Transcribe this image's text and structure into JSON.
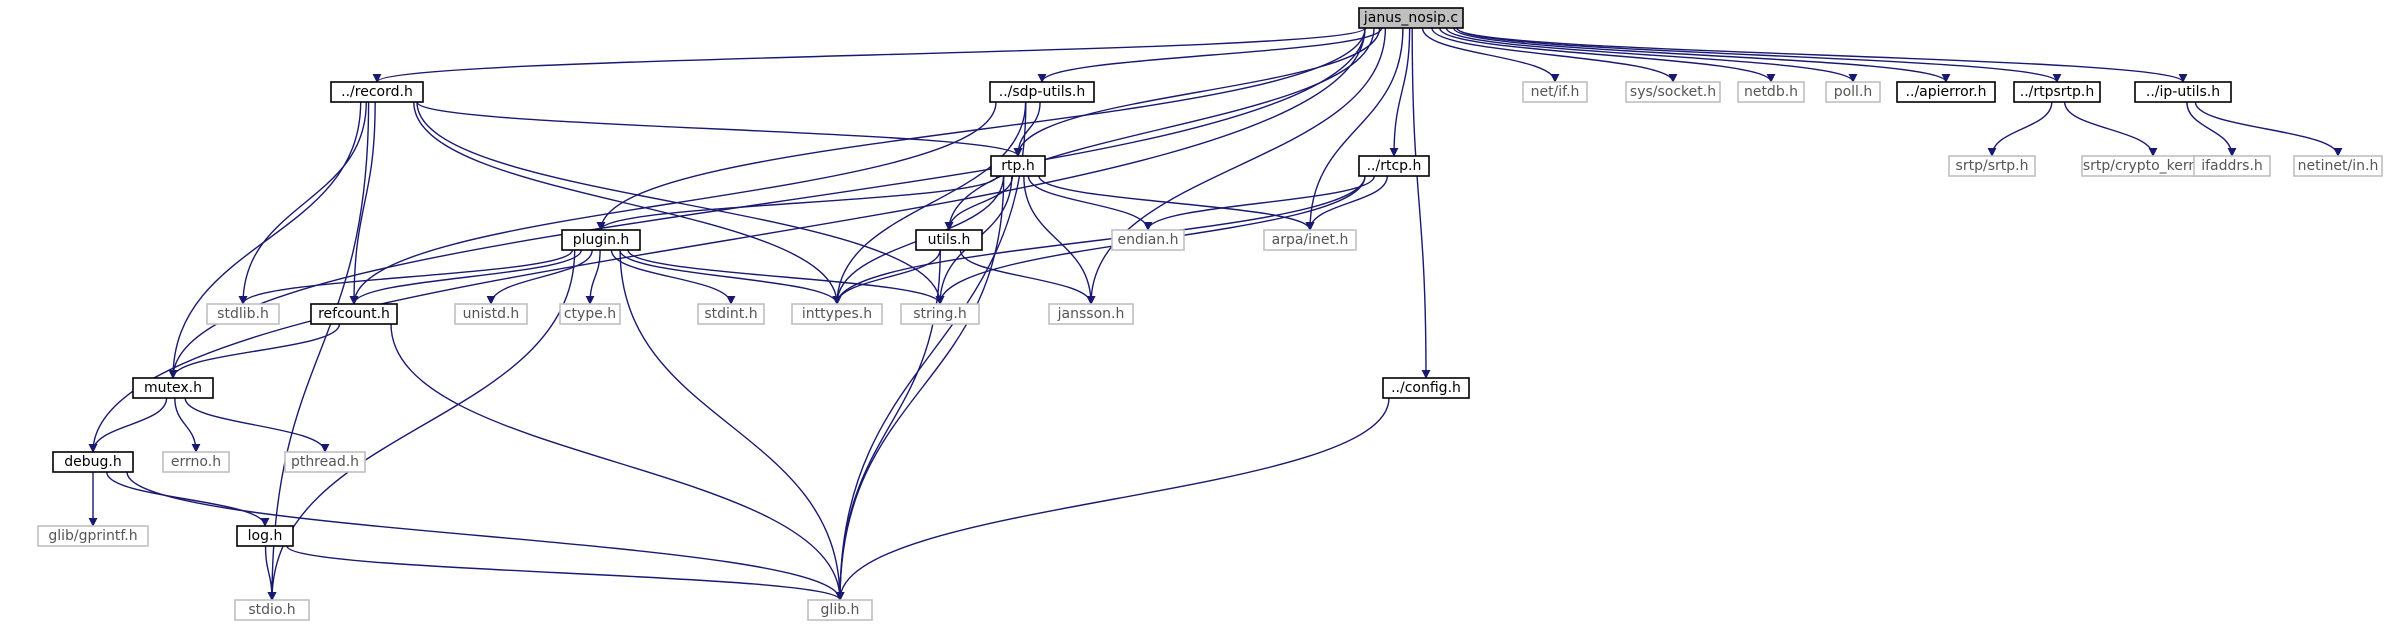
{
  "colors": {
    "edge": "#191970",
    "project_border": "#000000",
    "system_border": "#bfbfbf",
    "root_fill": "#bfbfbf"
  },
  "nodes": [
    {
      "id": "janus_nosip",
      "label": "janus_nosip.c",
      "kind": "root"
    },
    {
      "id": "record",
      "label": "../record.h",
      "kind": "project"
    },
    {
      "id": "sdputils",
      "label": "../sdp-utils.h",
      "kind": "project"
    },
    {
      "id": "netif",
      "label": "net/if.h",
      "kind": "system"
    },
    {
      "id": "syssocket",
      "label": "sys/socket.h",
      "kind": "system"
    },
    {
      "id": "netdb",
      "label": "netdb.h",
      "kind": "system"
    },
    {
      "id": "poll",
      "label": "poll.h",
      "kind": "system"
    },
    {
      "id": "apierror",
      "label": "../apierror.h",
      "kind": "project"
    },
    {
      "id": "rtpsrtp",
      "label": "../rtpsrtp.h",
      "kind": "project"
    },
    {
      "id": "iputils",
      "label": "../ip-utils.h",
      "kind": "project"
    },
    {
      "id": "rtp",
      "label": "rtp.h",
      "kind": "project"
    },
    {
      "id": "rtcp",
      "label": "../rtcp.h",
      "kind": "project"
    },
    {
      "id": "srtp",
      "label": "srtp/srtp.h",
      "kind": "system"
    },
    {
      "id": "cryptokernel",
      "label": "srtp/crypto_kernel.h",
      "kind": "system"
    },
    {
      "id": "ifaddrs",
      "label": "ifaddrs.h",
      "kind": "system"
    },
    {
      "id": "netinetin",
      "label": "netinet/in.h",
      "kind": "system"
    },
    {
      "id": "plugin",
      "label": "plugin.h",
      "kind": "project"
    },
    {
      "id": "utils",
      "label": "utils.h",
      "kind": "project"
    },
    {
      "id": "endian",
      "label": "endian.h",
      "kind": "system"
    },
    {
      "id": "arpainet",
      "label": "arpa/inet.h",
      "kind": "system"
    },
    {
      "id": "stdlib",
      "label": "stdlib.h",
      "kind": "system"
    },
    {
      "id": "refcount",
      "label": "refcount.h",
      "kind": "project"
    },
    {
      "id": "unistd",
      "label": "unistd.h",
      "kind": "system"
    },
    {
      "id": "ctype",
      "label": "ctype.h",
      "kind": "system"
    },
    {
      "id": "stdint",
      "label": "stdint.h",
      "kind": "system"
    },
    {
      "id": "inttypes",
      "label": "inttypes.h",
      "kind": "system"
    },
    {
      "id": "string",
      "label": "string.h",
      "kind": "system"
    },
    {
      "id": "jansson",
      "label": "jansson.h",
      "kind": "system"
    },
    {
      "id": "mutex",
      "label": "mutex.h",
      "kind": "project"
    },
    {
      "id": "config",
      "label": "../config.h",
      "kind": "project"
    },
    {
      "id": "debug",
      "label": "debug.h",
      "kind": "project"
    },
    {
      "id": "errno",
      "label": "errno.h",
      "kind": "system"
    },
    {
      "id": "pthread",
      "label": "pthread.h",
      "kind": "system"
    },
    {
      "id": "gprintf",
      "label": "glib/gprintf.h",
      "kind": "system"
    },
    {
      "id": "log",
      "label": "log.h",
      "kind": "project"
    },
    {
      "id": "stdio",
      "label": "stdio.h",
      "kind": "system"
    },
    {
      "id": "glib",
      "label": "glib.h",
      "kind": "system"
    }
  ],
  "edges": [
    [
      "janus_nosip",
      "record"
    ],
    [
      "janus_nosip",
      "sdputils"
    ],
    [
      "janus_nosip",
      "netif"
    ],
    [
      "janus_nosip",
      "syssocket"
    ],
    [
      "janus_nosip",
      "netdb"
    ],
    [
      "janus_nosip",
      "poll"
    ],
    [
      "janus_nosip",
      "apierror"
    ],
    [
      "janus_nosip",
      "rtpsrtp"
    ],
    [
      "janus_nosip",
      "iputils"
    ],
    [
      "janus_nosip",
      "rtp"
    ],
    [
      "janus_nosip",
      "rtcp"
    ],
    [
      "janus_nosip",
      "plugin"
    ],
    [
      "janus_nosip",
      "utils"
    ],
    [
      "janus_nosip",
      "arpainet"
    ],
    [
      "janus_nosip",
      "jansson"
    ],
    [
      "janus_nosip",
      "mutex"
    ],
    [
      "janus_nosip",
      "debug"
    ],
    [
      "janus_nosip",
      "config"
    ],
    [
      "record",
      "rtp"
    ],
    [
      "record",
      "stdlib"
    ],
    [
      "record",
      "refcount"
    ],
    [
      "record",
      "inttypes"
    ],
    [
      "record",
      "string"
    ],
    [
      "record",
      "mutex"
    ],
    [
      "record",
      "stdio"
    ],
    [
      "sdputils",
      "rtp"
    ],
    [
      "sdputils",
      "refcount"
    ],
    [
      "sdputils",
      "inttypes"
    ],
    [
      "sdputils",
      "glib"
    ],
    [
      "rtp",
      "plugin"
    ],
    [
      "rtp",
      "utils"
    ],
    [
      "rtp",
      "endian"
    ],
    [
      "rtp",
      "arpainet"
    ],
    [
      "rtp",
      "inttypes"
    ],
    [
      "rtp",
      "string"
    ],
    [
      "rtp",
      "jansson"
    ],
    [
      "rtp",
      "glib"
    ],
    [
      "rtcp",
      "endian"
    ],
    [
      "rtcp",
      "arpainet"
    ],
    [
      "rtcp",
      "inttypes"
    ],
    [
      "rtcp",
      "string"
    ],
    [
      "rtpsrtp",
      "srtp"
    ],
    [
      "rtpsrtp",
      "cryptokernel"
    ],
    [
      "iputils",
      "ifaddrs"
    ],
    [
      "iputils",
      "netinetin"
    ],
    [
      "plugin",
      "stdlib"
    ],
    [
      "plugin",
      "refcount"
    ],
    [
      "plugin",
      "unistd"
    ],
    [
      "plugin",
      "ctype"
    ],
    [
      "plugin",
      "stdint"
    ],
    [
      "plugin",
      "inttypes"
    ],
    [
      "plugin",
      "string"
    ],
    [
      "plugin",
      "stdio"
    ],
    [
      "plugin",
      "glib"
    ],
    [
      "utils",
      "inttypes"
    ],
    [
      "utils",
      "jansson"
    ],
    [
      "utils",
      "glib"
    ],
    [
      "refcount",
      "mutex"
    ],
    [
      "refcount",
      "glib"
    ],
    [
      "mutex",
      "debug"
    ],
    [
      "mutex",
      "errno"
    ],
    [
      "mutex",
      "pthread"
    ],
    [
      "debug",
      "gprintf"
    ],
    [
      "debug",
      "log"
    ],
    [
      "debug",
      "glib"
    ],
    [
      "log",
      "stdio"
    ],
    [
      "log",
      "glib"
    ],
    [
      "config",
      "glib"
    ]
  ]
}
